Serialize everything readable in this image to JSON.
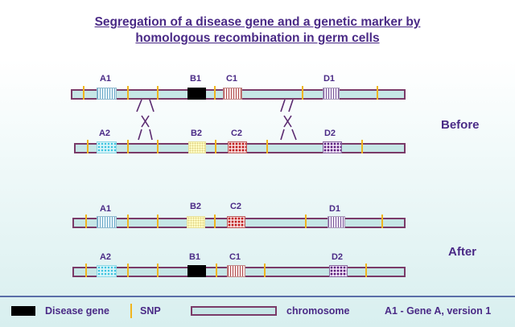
{
  "title": {
    "line1": "Segregation of a disease gene and a genetic marker by",
    "line2": "homologous recombination in germ cells"
  },
  "before": {
    "label": "Before",
    "top_chromosome": {
      "genes": [
        "A1",
        "B1",
        "C1",
        "D1"
      ]
    },
    "bottom_chromosome": {
      "genes": [
        "A2",
        "B2",
        "C2",
        "D2"
      ]
    }
  },
  "after": {
    "label": "After",
    "top_chromosome": {
      "genes": [
        "A1",
        "B2",
        "C2",
        "D1"
      ]
    },
    "bottom_chromosome": {
      "genes": [
        "A2",
        "B1",
        "C1",
        "D2"
      ]
    }
  },
  "legend": {
    "disease_gene": "Disease gene",
    "snp": "SNP",
    "chromosome": "chromosome",
    "naming": "A1 - Gene A, version 1"
  },
  "colors": {
    "title": "#4a2a86",
    "chromosome_fill": "#c6e6e6",
    "chromosome_border": "#7a3a68",
    "snp": "#f0b51e",
    "disease_gene": "#000000"
  }
}
